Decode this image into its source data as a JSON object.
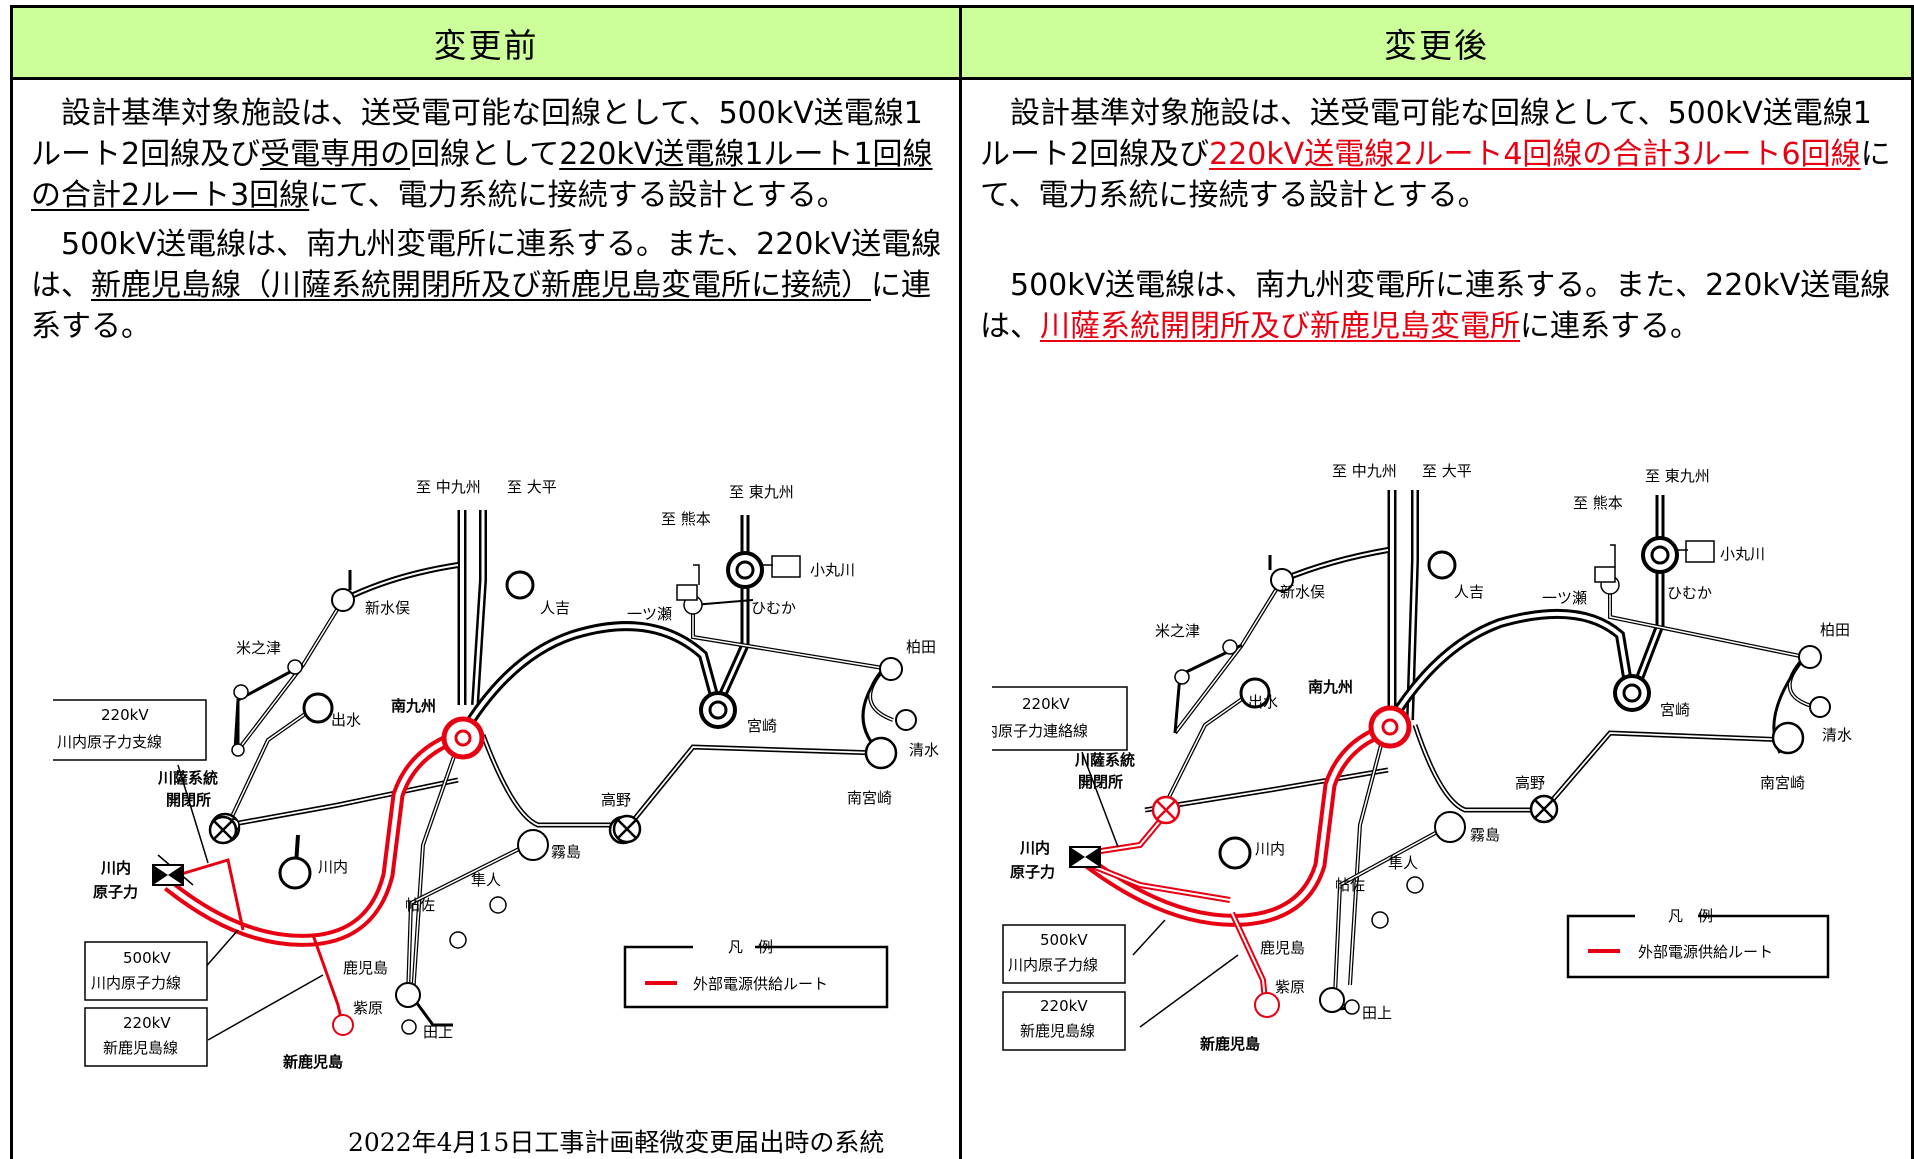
{
  "before": {
    "header": "変更前",
    "p1": {
      "a": "設計基準対象施設は、送受電可能な回線として、500kV送電線1ルート2回線及び",
      "b": "受電専用の",
      "c": "回線として",
      "d": "220kV送電線1ルート1回線の合計2ルート3回線",
      "e": "にて、電力系統に接続する設計とする。"
    },
    "p2": {
      "a": "500kV送電線は、南九州変電所に連系する。また、220kV送電線は、",
      "b": "新鹿児島線（川薩系統開閉所及び新鹿児島変電所に接続）",
      "c": "に連系する。"
    },
    "caption": "2022年4月15日工事計画軽微変更届出時の系統"
  },
  "after": {
    "header": "変更後",
    "p1": {
      "a": "設計基準対象施設は、送受電可能な回線として、500kV送電線1ルート2回線及び",
      "b": "220kV送電線2ルート4回線の合計3ルート6回線",
      "c": "にて、電力系統に接続する設計とする。"
    },
    "p2": {
      "a": "500kV送電線は、南九州変電所に連系する。また、220kV送電線は、",
      "b": "川薩系統開閉所及び新鹿児島変電所",
      "c": "に連系する。"
    }
  },
  "map_before": {
    "naka_kyushu": "至 中九州",
    "ohira": "至 大平",
    "kumamoto": "至 熊本",
    "higashi_kyushu": "至 東九州",
    "komarugawa": "小丸川",
    "himuka": "ひむか",
    "hitotsuse": "一ツ瀬",
    "hitoyoshi": "人吉",
    "shinmizumata": "新水俣",
    "yonenotsu": "米之津",
    "izumi": "出水",
    "minamikyushu": "南九州",
    "miyazaki": "宮崎",
    "kashiwada": "柏田",
    "shimizu": "清水",
    "minamimiyazaki": "南宮崎",
    "takano": "高野",
    "kirishima": "霧島",
    "hayato": "隼人",
    "chosa": "帖佐",
    "sendai_small": "川内",
    "sensatsu1": "川薩系統",
    "sensatsu2": "開閉所",
    "plant1": "川内",
    "plant2": "原子力",
    "kagoshima": "鹿児島",
    "shibahara": "紫原",
    "tagami": "田上",
    "shinkagoshima": "新鹿児島",
    "box_branch_1": "220kV",
    "box_branch_2": "川内原子力支線",
    "box_500_1": "500kV",
    "box_500_2": "川内原子力線",
    "box_shin_1": "220kV",
    "box_shin_2": "新鹿児島線",
    "legend_title": "凡　例",
    "legend_item": "外部電源供給ルート",
    "route_color": "#e60012"
  },
  "map_after": {
    "naka_kyushu": "至 中九州",
    "ohira": "至 大平",
    "kumamoto": "至 熊本",
    "higashi_kyushu": "至 東九州",
    "komarugawa": "小丸川",
    "himuka": "ひむか",
    "hitotsuse": "一ツ瀬",
    "hitoyoshi": "人吉",
    "shinmizumata": "新水俣",
    "yonenotsu": "米之津",
    "izumi": "出水",
    "minamikyushu": "南九州",
    "miyazaki": "宮崎",
    "kashiwada": "柏田",
    "shimizu": "清水",
    "minamimiyazaki": "南宮崎",
    "takano": "高野",
    "kirishima": "霧島",
    "hayato": "隼人",
    "chosa": "帖佐",
    "sendai_small": "川内",
    "sensatsu1": "川薩系統",
    "sensatsu2": "開閉所",
    "plant1": "川内",
    "plant2": "原子力",
    "kagoshima": "鹿児島",
    "shibahara": "紫原",
    "tagami": "田上",
    "shinkagoshima": "新鹿児島",
    "box_link_1": "220kV",
    "box_link_2": "川内原子力連絡線",
    "box_500_1": "500kV",
    "box_500_2": "川内原子力線",
    "box_shin_1": "220kV",
    "box_shin_2": "新鹿児島線",
    "legend_title": "凡　例",
    "legend_item": "外部電源供給ルート",
    "route_color": "#e60012"
  }
}
